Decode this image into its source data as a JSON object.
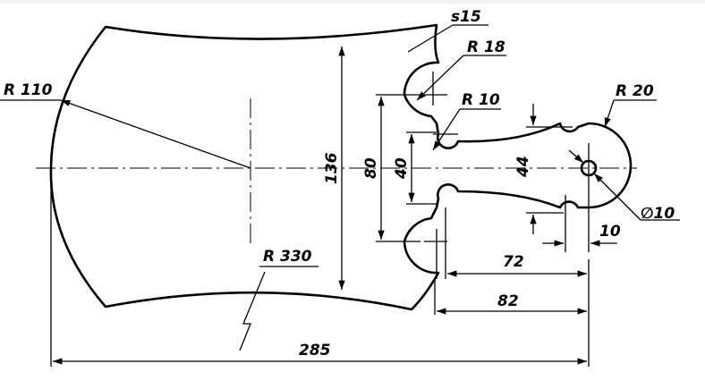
{
  "labels": {
    "thickness": "s15",
    "r18": "R 18",
    "r10": "R 10",
    "r20": "R 20",
    "r110": "R 110",
    "r330": "R 330",
    "d136": "136",
    "d80": "80",
    "d40": "40",
    "d44": "44",
    "dia10": "∅10",
    "d10": "10",
    "d72": "72",
    "d82": "82",
    "d285": "285"
  },
  "colors": {
    "line": "#000000",
    "background": "#ffffff"
  }
}
